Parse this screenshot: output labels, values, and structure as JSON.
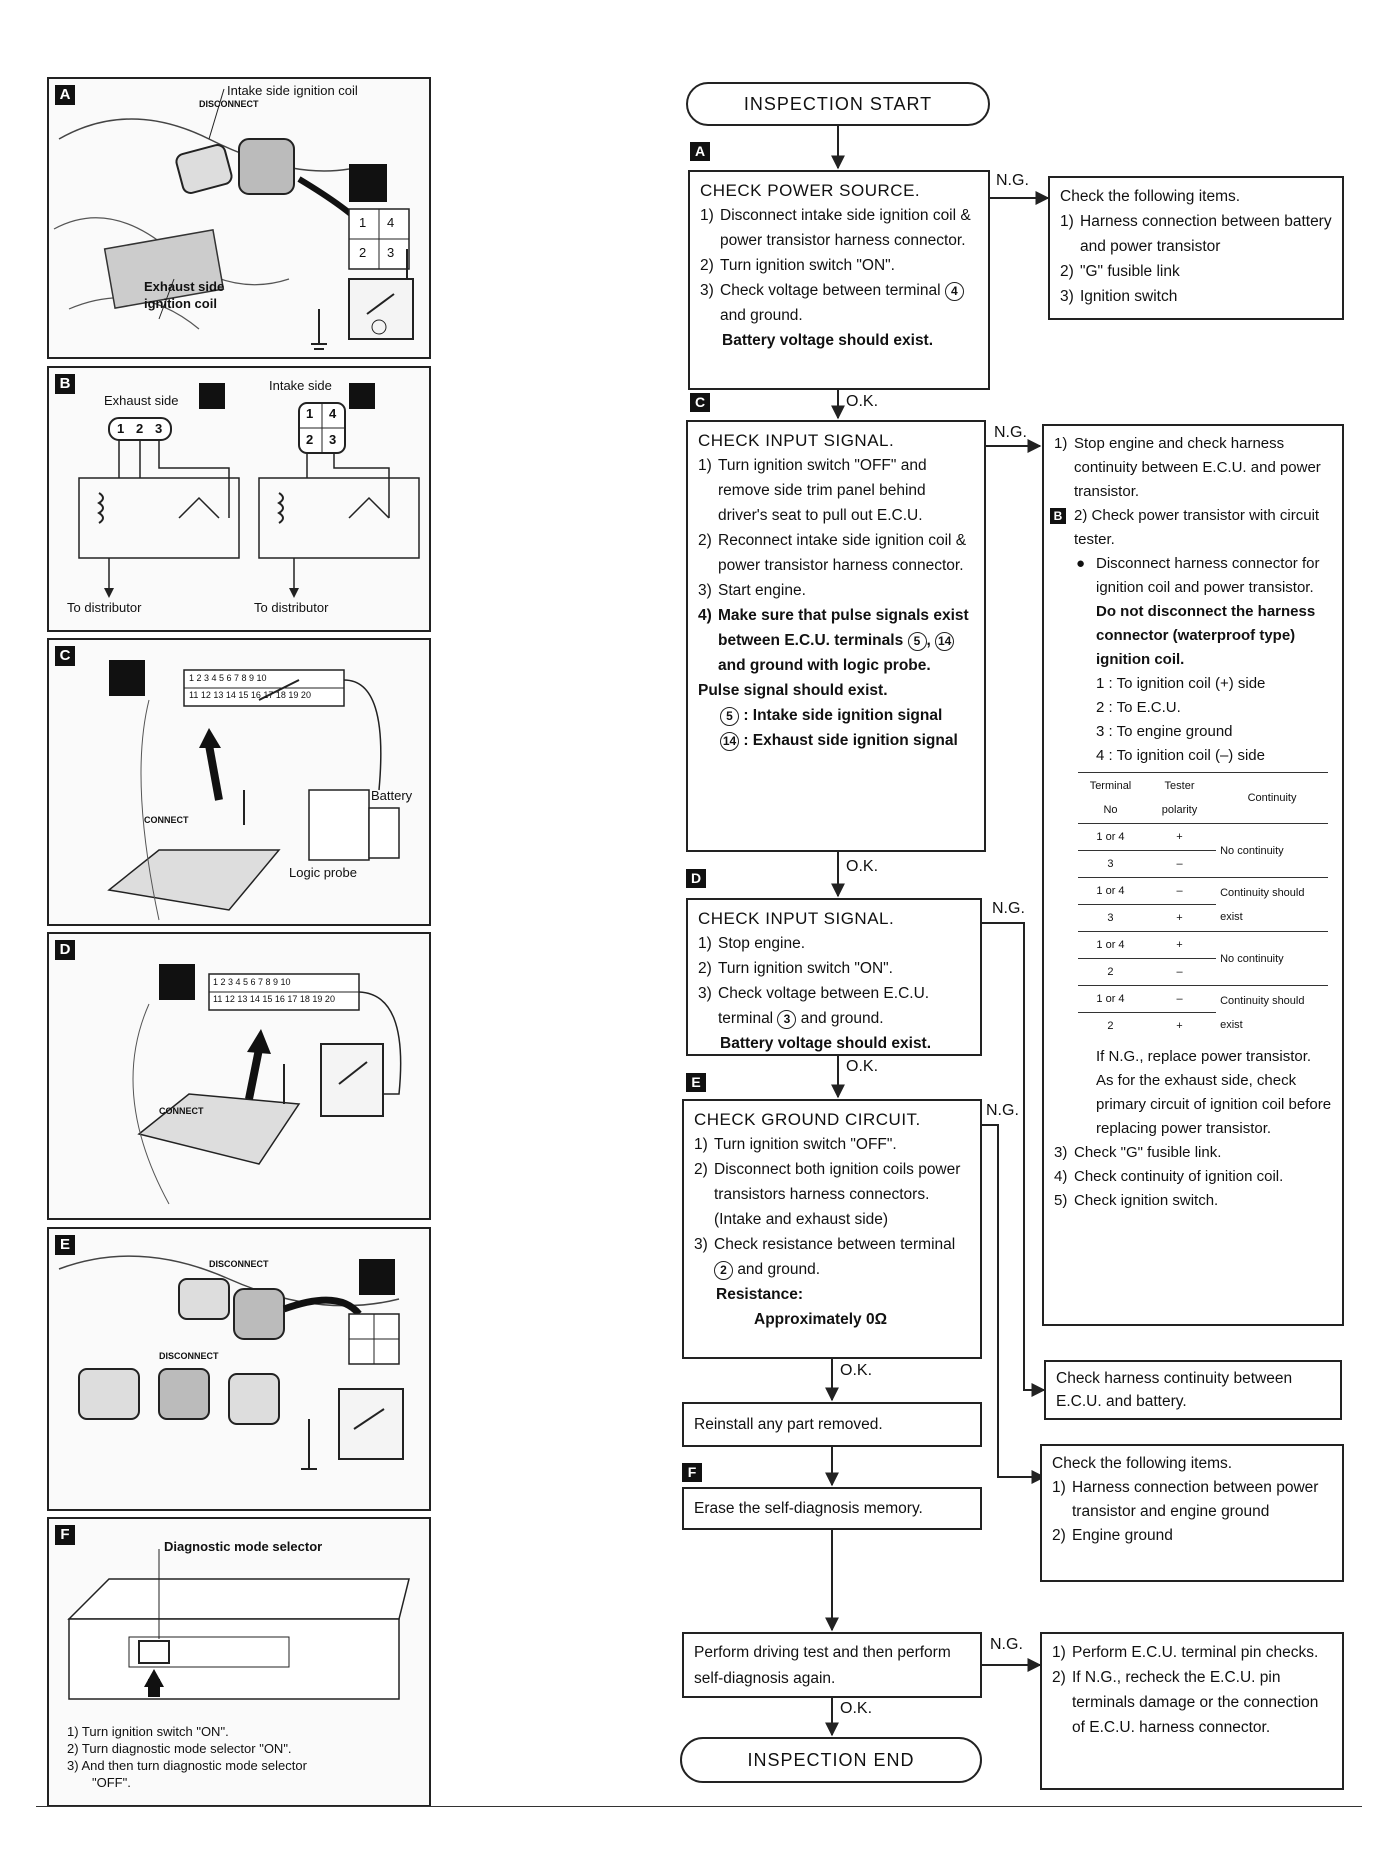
{
  "panels": {
    "A": {
      "tag": "A",
      "intake_coil": "Intake side ignition coil",
      "exhaust_coil_1": "Exhaust side",
      "exhaust_coil_2": "ignition coil",
      "disconnect": "DISCONNECT",
      "term_top": "1",
      "term_top2": "4",
      "term_bot": "2",
      "term_bot2": "3"
    },
    "B": {
      "tag": "B",
      "exhaust_side": "Exhaust side",
      "intake_side": "Intake side",
      "to_dist_1": "To distributor",
      "to_dist_2": "To distributor",
      "t1": "1",
      "t2": "2",
      "t3": "3",
      "t4": "4"
    },
    "C": {
      "tag": "C",
      "battery": "Battery",
      "logic_probe": "Logic probe",
      "connect": "CONNECT",
      "pins_top": "1 2 3 4 5 6 7 8 9 10",
      "pins_bot": "11 12 13 14 15 16 17 18 19 20"
    },
    "D": {
      "tag": "D",
      "connect": "CONNECT",
      "pins_top": "1 2 3 4 5 6 7 8 9 10",
      "pins_bot": "11 12 13 14 15 16 17 18 19 20"
    },
    "E": {
      "tag": "E",
      "disconnect_1": "DISCONNECT",
      "disconnect_2": "DISCONNECT"
    },
    "F": {
      "tag": "F",
      "selector": "Diagnostic mode selector",
      "steps": [
        "1)  Turn ignition switch \"ON\".",
        "2)  Turn diagnostic mode selector \"ON\".",
        "3)  And then turn diagnostic mode selector",
        "\"OFF\"."
      ]
    }
  },
  "flow": {
    "start": "INSPECTION START",
    "end": "INSPECTION END",
    "ng": "N.G.",
    "ok": "O.K.",
    "tag_a": "A",
    "tag_c": "C",
    "tag_d": "D",
    "tag_e": "E",
    "tag_f": "F",
    "tag_b": "B",
    "check_power": {
      "title": "CHECK POWER SOURCE.",
      "s1": "Disconnect intake side ignition coil & power transistor harness connector.",
      "s2": "Turn ignition switch \"ON\".",
      "s3": "Check voltage between terminal",
      "s3_term": "4",
      "s3_end": "and ground.",
      "note": "Battery voltage should exist."
    },
    "power_ng": {
      "title": "Check the following items.",
      "i1": "Harness connection between battery and power transistor",
      "i2": "\"G\" fusible link",
      "i3": "Ignition switch"
    },
    "input1": {
      "title": "CHECK INPUT SIGNAL.",
      "s1": "Turn ignition switch \"OFF\" and remove side trim panel behind driver's seat to pull out E.C.U.",
      "s2": "Reconnect intake side ignition coil & power transistor harness connector.",
      "s3": "Start engine.",
      "s4a": "Make sure that pulse signals exist between E.C.U. terminals",
      "t5": "5",
      "t14": "14",
      "s4b": "and ground with logic probe.",
      "note": "Pulse signal should exist.",
      "sig5": ": Intake side ignition signal",
      "sig14": ": Exhaust side ignition signal"
    },
    "input1_ng": {
      "s1": "Stop engine and check harness continuity between E.C.U. and power transistor.",
      "s2": "Check power transistor with circuit tester.",
      "bullet": "Disconnect harness connector for ignition coil and power transistor.",
      "warn": "Do not disconnect the harness connector (waterproof type) ignition coil.",
      "p1": "1 : To ignition coil (+) side",
      "p2": "2 : To E.C.U.",
      "p3": "3 : To engine ground",
      "p4": "4 : To ignition coil (–) side",
      "table_head": [
        "Terminal No",
        "Tester polarity",
        "Continuity"
      ],
      "table_rows": [
        [
          "1 or 4",
          "+",
          "No continuity"
        ],
        [
          "3",
          "–",
          ""
        ],
        [
          "1 or 4",
          "–",
          "Continuity should exist"
        ],
        [
          "3",
          "+",
          ""
        ],
        [
          "1 or 4",
          "+",
          "No continuity"
        ],
        [
          "2",
          "–",
          ""
        ],
        [
          "1 or 4",
          "–",
          "Continuity should exist"
        ],
        [
          "2",
          "+",
          ""
        ]
      ],
      "after1": "If N.G., replace power transistor.",
      "after2": "As for the exhaust side, check primary circuit of ignition coil before replacing power transistor.",
      "s3": "Check \"G\" fusible link.",
      "s4": "Check continuity of ignition coil.",
      "s5": "Check ignition switch."
    },
    "input2": {
      "title": "CHECK INPUT SIGNAL.",
      "s1": "Stop engine.",
      "s2": "Turn ignition switch \"ON\".",
      "s3a": "Check voltage between E.C.U. terminal",
      "t3": "3",
      "s3b": "and ground.",
      "note": "Battery voltage should exist."
    },
    "input2_ng": {
      "text": "Check harness continuity between E.C.U. and battery."
    },
    "ground": {
      "title": "CHECK GROUND CIRCUIT.",
      "s1": "Turn ignition switch \"OFF\".",
      "s2": "Disconnect both ignition coils power transistors harness connectors. (Intake and exhaust side)",
      "s3a": "Check resistance between terminal",
      "t2": "2",
      "s3b": "and ground.",
      "note1": "Resistance:",
      "note2": "Approximately 0Ω"
    },
    "ground_ng": {
      "title": "Check the following items.",
      "i1": "Harness connection between power transistor and engine ground",
      "i2": "Engine ground"
    },
    "reinstall": "Reinstall any part removed.",
    "erase": "Erase the self-diagnosis memory.",
    "drive": "Perform driving test and then perform self-diagnosis again.",
    "drive_ng": {
      "i1": "Perform E.C.U. terminal pin checks.",
      "i2": "If N.G., recheck the E.C.U. pin terminals damage or the connection of E.C.U. harness connector."
    }
  }
}
